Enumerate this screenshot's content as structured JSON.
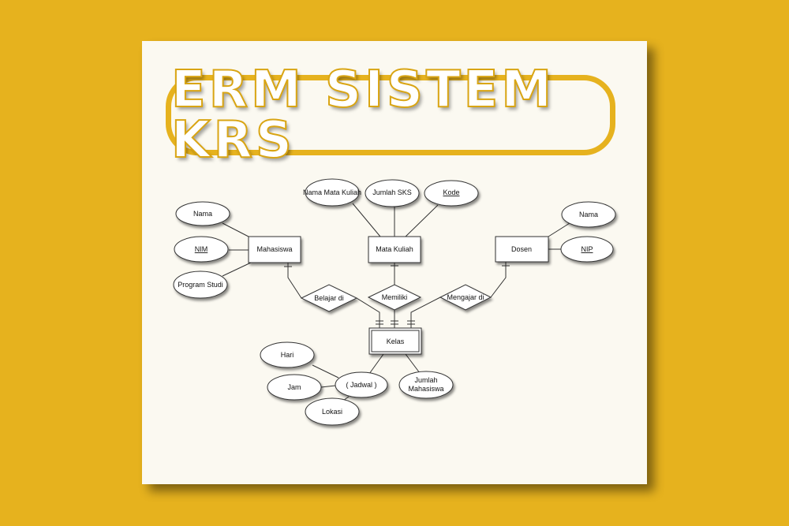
{
  "title": "ERM SISTEM KRS",
  "colors": {
    "background": "#e6b21e",
    "card": "#fbf9f1",
    "title_stroke": "#d9a514"
  },
  "entities": {
    "mahasiswa": "Mahasiswa",
    "mata_kuliah": "Mata Kuliah",
    "dosen": "Dosen",
    "kelas": "Kelas"
  },
  "relationships": {
    "belajar_di": "Belajar di",
    "memiliki": "Memiliki",
    "mengajar_di": "Mengajar di"
  },
  "attributes": {
    "mhs_nama": "Nama",
    "mhs_nim": "NIM",
    "mhs_program_studi": "Program Studi",
    "mk_nama": "Nama Mata Kuliah",
    "mk_sks": "Jumlah SKS",
    "mk_kode": "Kode",
    "dosen_nama": "Nama",
    "dosen_nip": "NIP",
    "kelas_jadwal": "( Jadwal )",
    "kelas_jumlah_1": "Jumlah",
    "kelas_jumlah_2": "Mahasiswa",
    "jadwal_hari": "Hari",
    "jadwal_jam": "Jam",
    "jadwal_lokasi": "Lokasi"
  }
}
